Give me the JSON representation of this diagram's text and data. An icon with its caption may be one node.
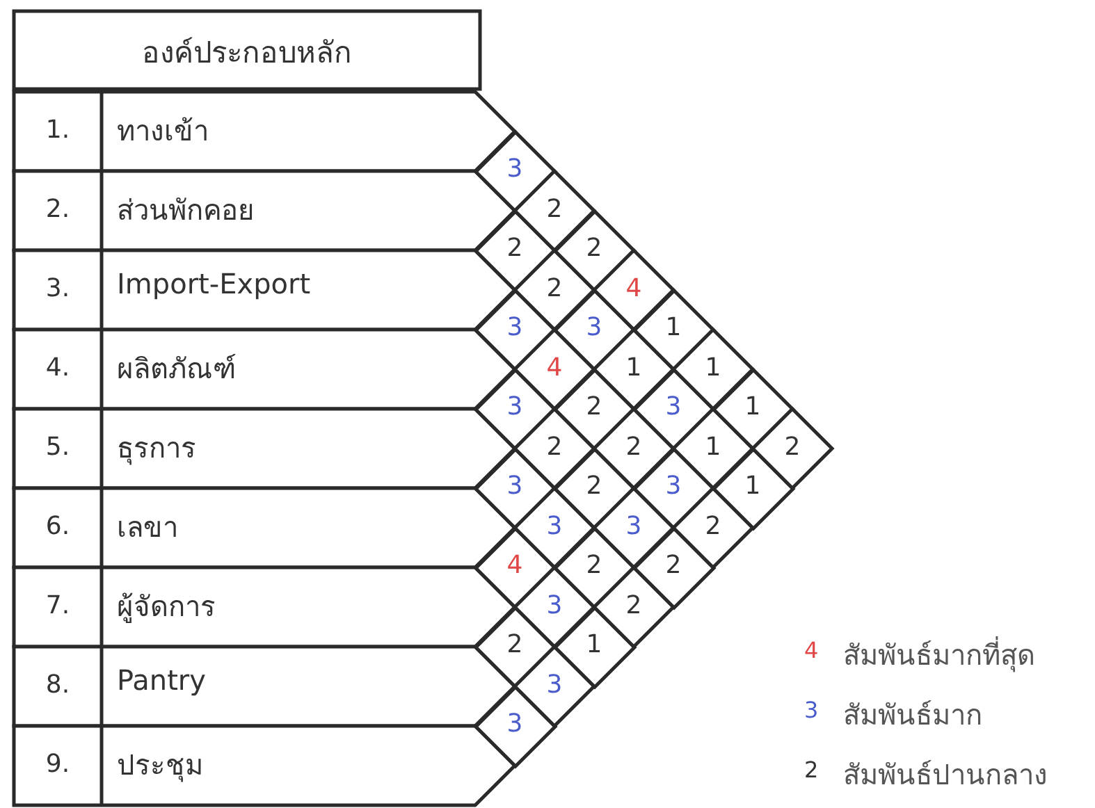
{
  "diagram": {
    "nodes": [
      {
        "text": [
          "องค์ประกอบหลัก"
        ]
      },
      {
        "text": [
          "1.",
          "ทางเข้า"
        ]
      },
      {
        "text": [
          "2.",
          "ส่วนพักคอย"
        ]
      },
      {
        "text": [
          "3.",
          "Import-Export"
        ]
      },
      {
        "text": [
          "4.",
          "ผลิตภัณฑ์"
        ]
      },
      {
        "text": [
          "5.",
          "ธุรการ"
        ]
      },
      {
        "text": [
          "6.",
          "เลขา"
        ]
      },
      {
        "text": [
          "7.",
          "ผู้จัดการ"
        ]
      },
      {
        "text": [
          "8.",
          "Pantry"
        ]
      },
      {
        "text": [
          "9.",
          "ประชุม"
        ]
      },
      {
        "text": [
          "3"
        ]
      },
      {
        "text": [
          "2"
        ]
      },
      {
        "text": [
          "3"
        ]
      },
      {
        "text": [
          "3"
        ]
      },
      {
        "text": [
          "3"
        ]
      },
      {
        "text": [
          "4"
        ]
      },
      {
        "text": [
          "2"
        ]
      },
      {
        "text": [
          "3"
        ]
      },
      {
        "text": [
          "2"
        ]
      },
      {
        "text": [
          "2"
        ]
      },
      {
        "text": [
          "4"
        ]
      },
      {
        "text": [
          "2"
        ]
      },
      {
        "text": [
          "3"
        ]
      },
      {
        "text": [
          "3"
        ]
      },
      {
        "text": [
          "3"
        ]
      },
      {
        "text": [
          "2"
        ]
      },
      {
        "text": [
          "3"
        ]
      },
      {
        "text": [
          "2"
        ]
      },
      {
        "text": [
          "2"
        ]
      },
      {
        "text": [
          "2"
        ]
      },
      {
        "text": [
          "1"
        ]
      },
      {
        "text": [
          "4"
        ]
      },
      {
        "text": [
          "1"
        ]
      },
      {
        "text": [
          "2"
        ]
      },
      {
        "text": [
          "3"
        ]
      },
      {
        "text": [
          "2"
        ]
      },
      {
        "text": [
          "1"
        ]
      },
      {
        "text": [
          "3"
        ]
      },
      {
        "text": [
          "3"
        ]
      },
      {
        "text": [
          "2"
        ]
      },
      {
        "text": [
          "1"
        ]
      },
      {
        "text": [
          "1"
        ]
      },
      {
        "text": [
          "2"
        ]
      },
      {
        "text": [
          "1"
        ]
      },
      {
        "text": [
          "1"
        ]
      },
      {
        "text": [
          "2"
        ]
      }
    ],
    "labels": [
      "4",
      "3",
      "2"
    ],
    "legend": [
      {
        "text": "สัมพันธ์มากที่สุด",
        "color": "#e04848"
      },
      {
        "text": "สัมพันธ์มาก",
        "color": "#4a5ccc"
      },
      {
        "text": "สัมพันธ์ปานกลาง",
        "color": "#333333"
      }
    ]
  }
}
